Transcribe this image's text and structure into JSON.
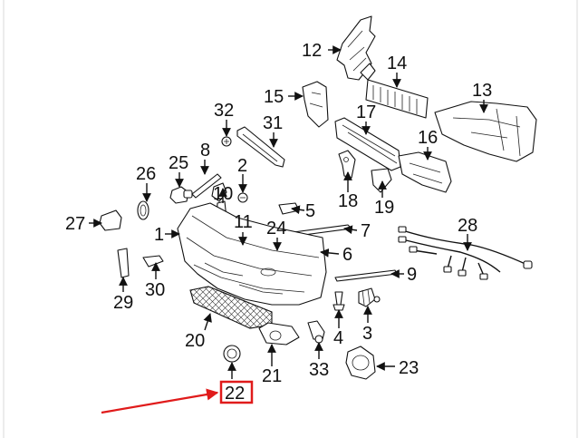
{
  "diagram": {
    "highlight_color": "#e01b1b",
    "highlighted_part": "22",
    "labels": [
      "1",
      "2",
      "3",
      "4",
      "5",
      "6",
      "7",
      "8",
      "9",
      "10",
      "11",
      "12",
      "13",
      "14",
      "15",
      "16",
      "17",
      "18",
      "19",
      "20",
      "21",
      "22",
      "23",
      "24",
      "25",
      "26",
      "27",
      "28",
      "29",
      "30",
      "31",
      "32",
      "33"
    ]
  }
}
